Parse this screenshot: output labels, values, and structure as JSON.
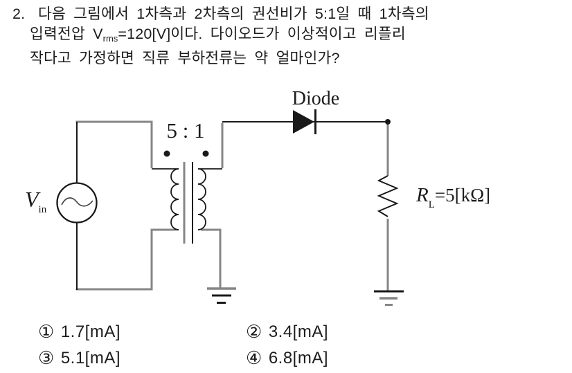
{
  "question": {
    "number": "2.",
    "line1": "다음 그림에서 1차측과 2차측의 권선비가 5:1일 때 1차측의",
    "line2_pre": "입력전압 V",
    "line2_sub": "rms",
    "line2_post": "=120[V]이다. 다이오드가 이상적이고 리플리",
    "line3": "작다고 가정하면 직류 부하전류는 약 얼마인가?"
  },
  "circuit": {
    "source": {
      "symbol": "V",
      "subscript": "in"
    },
    "transformer_ratio": "5 : 1",
    "diode_label": "Diode",
    "load": {
      "symbol": "R",
      "subscript": "L",
      "value": "=5[kΩ]"
    },
    "colors": {
      "wire_gray": "#868686",
      "wire_black": "#191919"
    }
  },
  "options": [
    {
      "marker": "①",
      "label": "1.7[mA]"
    },
    {
      "marker": "②",
      "label": "3.4[mA]"
    },
    {
      "marker": "③",
      "label": "5.1[mA]"
    },
    {
      "marker": "④",
      "label": "6.8[mA]"
    }
  ]
}
